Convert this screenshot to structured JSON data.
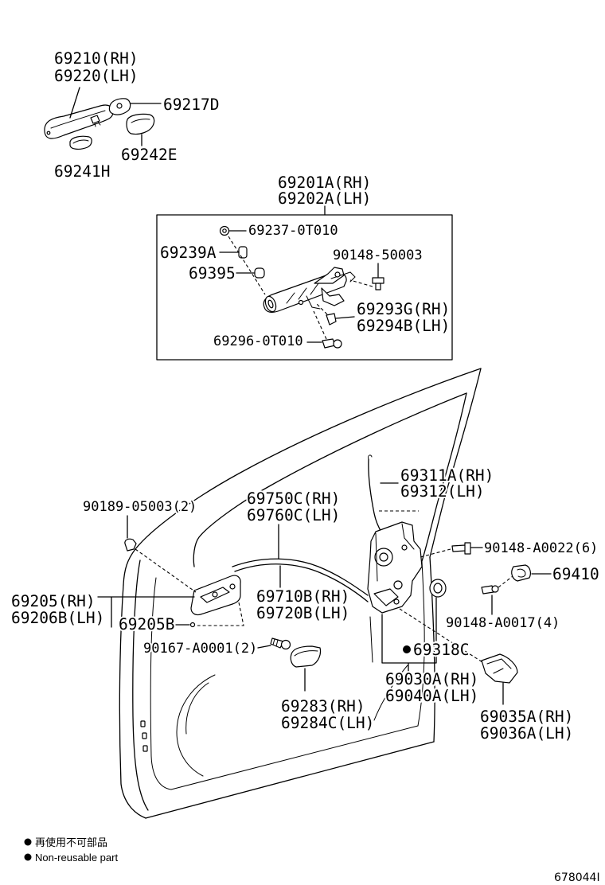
{
  "callouts": {
    "outside_handle": [
      "69210(RH)",
      "69220(LH)"
    ],
    "handle_cap": [
      "69217D"
    ],
    "handle_pad_a": [
      "69242E"
    ],
    "handle_pad_b": [
      "69241H"
    ],
    "cylinder_assy": [
      "69201A(RH)",
      "69202A(LH)"
    ],
    "cylinder_part_a": [
      "69237-0T010"
    ],
    "cylinder_part_b": [
      "69239A"
    ],
    "cylinder_bolt": [
      "90148-50003"
    ],
    "cylinder_part_c": [
      "69395"
    ],
    "cylinder_clip": [
      "69293G(RH)",
      "69294B(LH)"
    ],
    "cylinder_screw": [
      "69296-0T010"
    ],
    "lock_cable": [
      "69311A(RH)",
      "69312(LH)"
    ],
    "open_cable": [
      "69750C(RH)",
      "69760C(LH)"
    ],
    "clip": [
      "90189-05003(2)"
    ],
    "latch_bolt": [
      "90148-A0022(6)"
    ],
    "striker": [
      "69410"
    ],
    "inside_handle": [
      "69205(RH)",
      "69206B(LH)"
    ],
    "lock_rod": [
      "69710B(RH)",
      "69720B(LH)"
    ],
    "inside_handle_part": [
      "69205B"
    ],
    "striker_bolt": [
      "90148-A0017(4)"
    ],
    "handle_screw": [
      "90167-A0001(2)"
    ],
    "cap": [
      "69318C"
    ],
    "latch_assy": [
      "69030A(RH)",
      "69040A(LH)"
    ],
    "bezel": [
      "69283(RH)",
      "69284C(LH)"
    ],
    "latch_cover": [
      "69035A(RH)",
      "69036A(LH)"
    ]
  },
  "legend": {
    "jp": "再使用不可部品",
    "en": "Non-reusable part"
  },
  "figure_id": "678044I",
  "colors": {
    "line": "#000000",
    "background": "#ffffff"
  }
}
